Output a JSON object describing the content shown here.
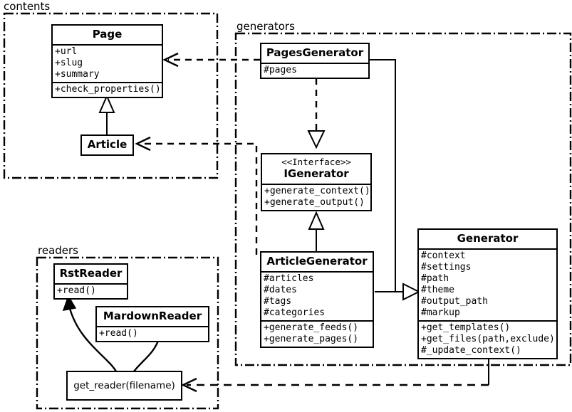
{
  "diagram": {
    "type": "uml-class-diagram",
    "packages": [
      {
        "id": "contents",
        "label": "contents"
      },
      {
        "id": "generators",
        "label": "generators"
      },
      {
        "id": "readers",
        "label": "readers"
      }
    ],
    "classes": [
      {
        "id": "page",
        "name": "Page",
        "package": "contents",
        "attributes": [
          "+url",
          "+slug",
          "+summary"
        ],
        "methods": [
          "+check_properties()"
        ]
      },
      {
        "id": "article",
        "name": "Article",
        "package": "contents",
        "attributes": [],
        "methods": []
      },
      {
        "id": "pages-generator",
        "name": "PagesGenerator",
        "package": "generators",
        "attributes": [
          "#pages"
        ],
        "methods": []
      },
      {
        "id": "igenerator",
        "name": "IGenerator",
        "stereotype": "<<Interface>>",
        "package": "generators",
        "attributes": [],
        "methods": [
          "+generate_context()",
          "+generate_output()"
        ]
      },
      {
        "id": "article-generator",
        "name": "ArticleGenerator",
        "package": "generators",
        "attributes": [
          "#articles",
          "#dates",
          "#tags",
          "#categories"
        ],
        "methods": [
          "+generate_feeds()",
          "+generate_pages()"
        ]
      },
      {
        "id": "generator",
        "name": "Generator",
        "package": "generators",
        "attributes": [
          "#context",
          "#settings",
          "#path",
          "#theme",
          "#output_path",
          "#markup"
        ],
        "methods": [
          "+get_templates()",
          "+get_files(path,exclude)",
          "#_update_context()"
        ]
      },
      {
        "id": "rst-reader",
        "name": "RstReader",
        "package": "readers",
        "attributes": [],
        "methods": [
          "+read()"
        ]
      },
      {
        "id": "mardown-reader",
        "name": "MardownReader",
        "package": "readers",
        "attributes": [],
        "methods": [
          "+read()"
        ]
      }
    ],
    "functions": [
      {
        "id": "get-reader",
        "label": "get_reader(filename)",
        "package": "readers"
      }
    ],
    "relationships": [
      {
        "from": "article",
        "to": "page",
        "type": "generalization"
      },
      {
        "from": "pages-generator",
        "to": "igenerator",
        "type": "realization"
      },
      {
        "from": "article-generator",
        "to": "igenerator",
        "type": "generalization"
      },
      {
        "from": "pages-generator",
        "to": "generator",
        "type": "generalization"
      },
      {
        "from": "article-generator",
        "to": "generator",
        "type": "generalization"
      },
      {
        "from": "pages-generator",
        "to": "page",
        "type": "dependency"
      },
      {
        "from": "article-generator",
        "to": "article",
        "type": "dependency"
      },
      {
        "from": "generator",
        "to": "get-reader",
        "type": "dependency"
      },
      {
        "from": "get-reader",
        "to": "rst-reader",
        "type": "association"
      },
      {
        "from": "get-reader",
        "to": "mardown-reader",
        "type": "association"
      }
    ],
    "colors": {
      "stroke": "#000000",
      "fill": "#ffffff"
    }
  }
}
